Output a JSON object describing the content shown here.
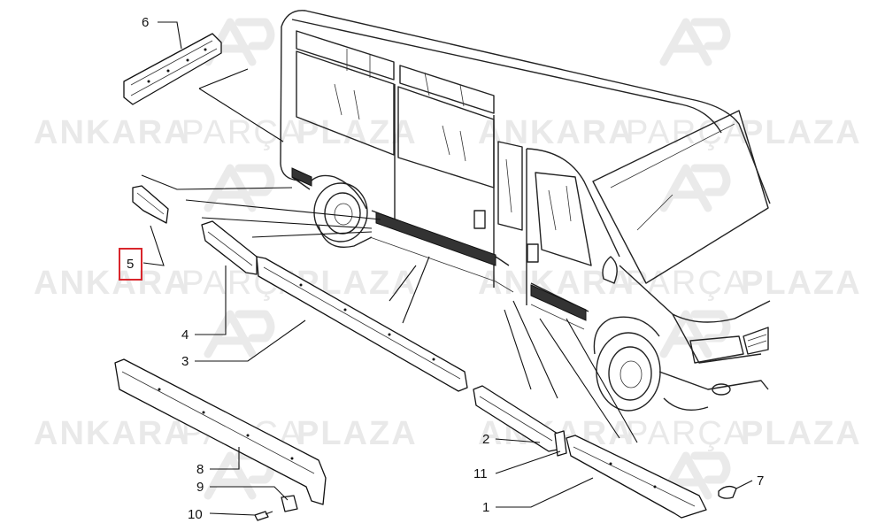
{
  "watermark": {
    "word1": "ANKARA",
    "word2": "PARÇA",
    "word3": "PLAZA"
  },
  "callouts": [
    {
      "id": "6",
      "label": "6"
    },
    {
      "id": "5",
      "label": "5",
      "highlighted": true
    },
    {
      "id": "4",
      "label": "4"
    },
    {
      "id": "3",
      "label": "3"
    },
    {
      "id": "8",
      "label": "8"
    },
    {
      "id": "9",
      "label": "9"
    },
    {
      "id": "10",
      "label": "10"
    },
    {
      "id": "2",
      "label": "2"
    },
    {
      "id": "11",
      "label": "11"
    },
    {
      "id": "1",
      "label": "1"
    },
    {
      "id": "7",
      "label": "7"
    }
  ],
  "colors": {
    "highlight": "#d9262c",
    "watermark": "#e9e9e9",
    "line": "#111111"
  }
}
